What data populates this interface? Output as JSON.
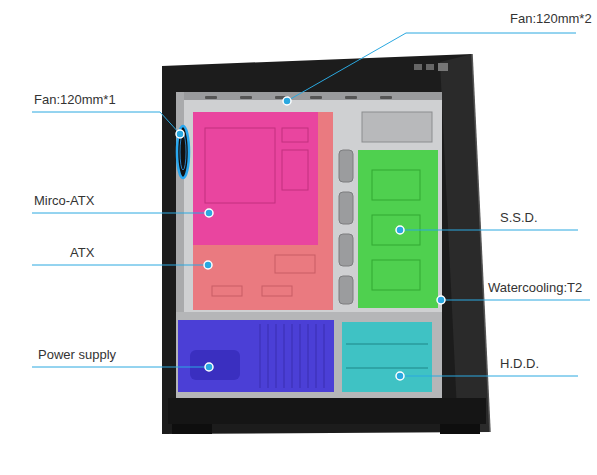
{
  "diagram": {
    "labels": [
      "Fan:120mm*2",
      "Fan:120mm*1",
      "Mirco-ATX",
      "S.S.D.",
      "ATX",
      "Watercooling:T2",
      "Power supply",
      "H.D.D."
    ]
  }
}
